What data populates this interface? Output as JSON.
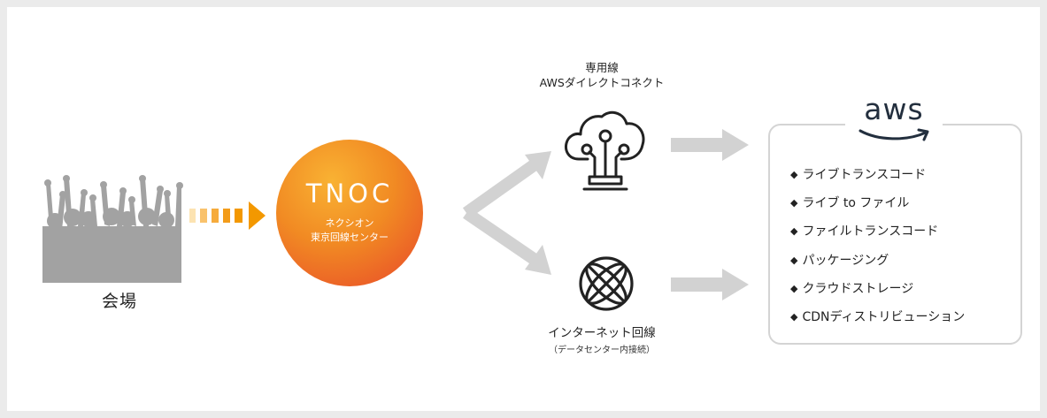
{
  "venue": {
    "label": "会場"
  },
  "tnoc": {
    "title": "TNOC",
    "subtitle_line1": "ネクシオン",
    "subtitle_line2": "東京回線センター"
  },
  "dedicated_line": {
    "line1": "専用線",
    "line2": "AWSダイレクトコネクト",
    "icon": "cloud-circuit-icon"
  },
  "internet_line": {
    "label": "インターネット回線",
    "sublabel": "（データセンター内接続）",
    "icon": "globe-icon"
  },
  "aws": {
    "logo_text": "aws",
    "bullet": "◆",
    "services": [
      "ライブトランスコード",
      "ライブ to ファイル",
      "ファイルトランスコード",
      "パッケージング",
      "クラウドストレージ",
      "CDNディストリビューション"
    ]
  },
  "colors": {
    "accent_orange": "#f39800",
    "arrow_gray": "#d2d2d2",
    "crowd_gray": "#a2a2a2",
    "aws_dark": "#232f3e",
    "aws_smile": "#232f3e"
  }
}
